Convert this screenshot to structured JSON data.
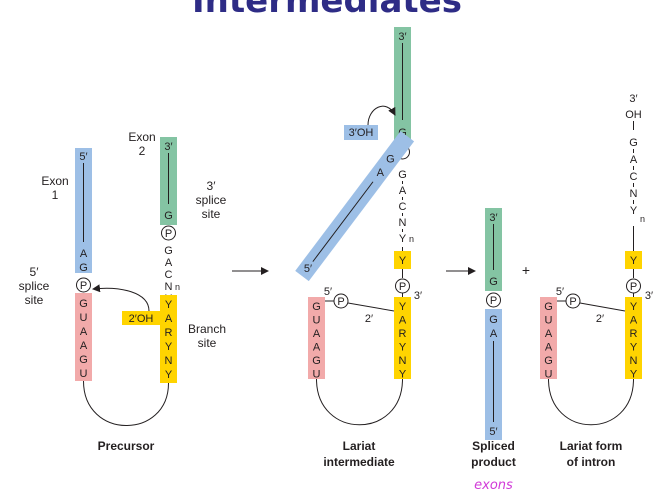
{
  "title": "Intermediates",
  "colors": {
    "exon1": "#9dbfe6",
    "exon2": "#84c4a3",
    "intron5": "#f2aaaa",
    "branch": "#ffd400",
    "handwriting": "#d13bd8",
    "title": "#2e2c86"
  },
  "labels": {
    "exon1": [
      "Exon",
      "1"
    ],
    "exon2": [
      "Exon",
      "2"
    ],
    "splice3": [
      "3′",
      "splice",
      "site"
    ],
    "splice5": [
      "5′",
      "splice",
      "site"
    ],
    "branch": [
      "Branch",
      "site"
    ],
    "oh2": "2′OH",
    "oh3": "3′OH",
    "p": "P",
    "n": "n"
  },
  "ends": {
    "five": "5′",
    "three": "3′",
    "two": "2′"
  },
  "captions": {
    "precursor": "Precursor",
    "lariat": [
      "Lariat",
      "intermediate"
    ],
    "spliced": [
      "Spliced",
      "product"
    ],
    "lariat_intron": [
      "Lariat form",
      "of intron"
    ],
    "plus": "+",
    "handwritten": "exons"
  },
  "sequences": {
    "intron5": [
      "G",
      "U",
      "A",
      "A",
      "G",
      "U"
    ],
    "branch": [
      "Y",
      "A",
      "R",
      "Y",
      "N",
      "Y"
    ],
    "exon1_end": [
      "A",
      "G"
    ],
    "exon2_start": "G",
    "downstream": [
      "G",
      "A",
      "C",
      "N",
      "Y"
    ],
    "exon1_lariat": [
      "A",
      "G"
    ],
    "spliced_exon1": [
      "G",
      "A"
    ],
    "intron_tail": [
      "G",
      "A",
      "C",
      "N",
      "Y"
    ],
    "oh_label": "OH"
  }
}
